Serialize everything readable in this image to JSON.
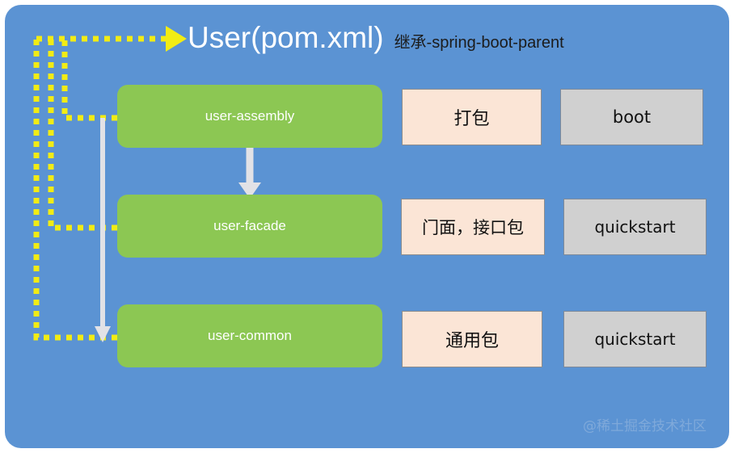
{
  "diagram": {
    "title": {
      "main": "User(pom.xml)",
      "sub": "继承-spring-boot-parent"
    },
    "colors": {
      "panel_blue": "#5b93d3",
      "module_green": "#8cc753",
      "note_peach": "#fbe5d6",
      "package_gray": "#d0d0d0",
      "dependency_yellow": "#f2ec14",
      "flow_white": "#e2e2e6",
      "title_white": "#ffffff",
      "title_sub_black": "#1b1b1b",
      "watermark_blue": "#7fa9da"
    },
    "rows": [
      {
        "module": "user-assembly",
        "note": "打包",
        "packaging": "boot"
      },
      {
        "module": "user-facade",
        "note": "门面，接口包",
        "packaging": "quickstart"
      },
      {
        "module": "user-common",
        "note": "通用包",
        "packaging": "quickstart"
      }
    ],
    "connectors": {
      "dependency_arrow_label": "inherits-arrow",
      "flow_arrow_label": "module-flow-arrow"
    },
    "watermark": "@稀土掘金技术社区"
  }
}
